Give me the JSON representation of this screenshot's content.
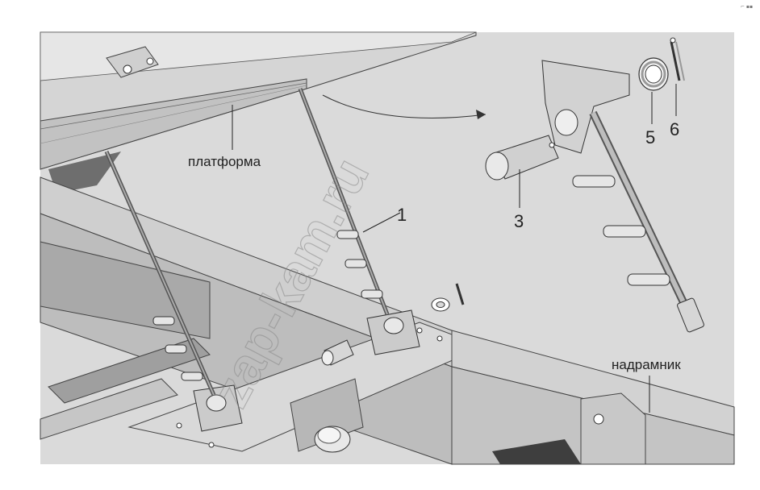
{
  "labels": {
    "platform": "платформа",
    "subframe": "надрамник",
    "rod": "1",
    "pin": "3",
    "washer": "5",
    "cotter_pin": "6"
  },
  "watermark": "zap-kam.ru",
  "corner_mark": "⌐ ▪▪",
  "colors": {
    "background": "#ffffff",
    "metal_light": "#e2e2e2",
    "metal_mid": "#c9c9c9",
    "metal_dark": "#8e8e8e",
    "metal_shadow": "#5a5a5a",
    "outline": "#333333"
  }
}
